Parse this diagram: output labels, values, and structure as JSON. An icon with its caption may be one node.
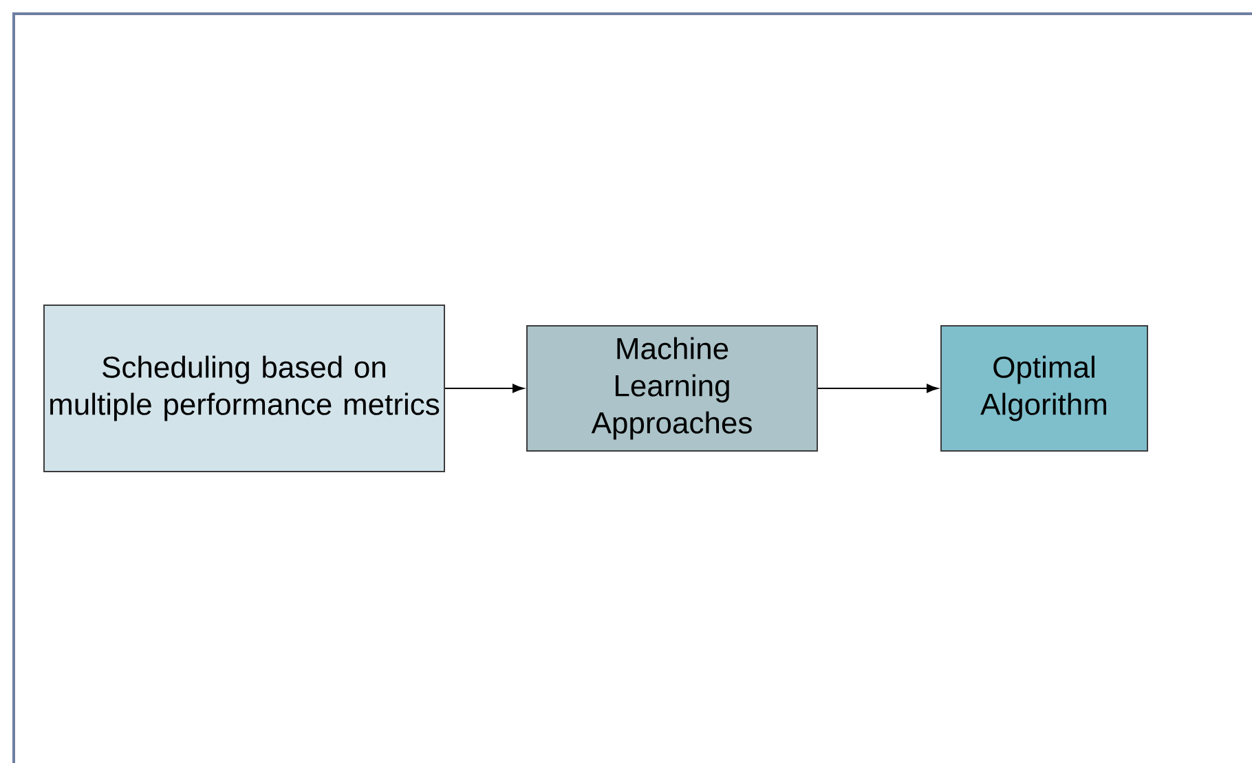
{
  "diagram": {
    "nodes": [
      {
        "text": [
          "Scheduling based on multiple performance metrics"
        ]
      },
      {
        "text": [
          "Machine Learning Approaches"
        ]
      },
      {
        "text": [
          "Optimal Algorithm"
        ]
      }
    ],
    "edges": [
      {
        "from": 0,
        "to": 1,
        "arrow": "to"
      },
      {
        "from": 1,
        "to": 2,
        "arrow": "to"
      }
    ]
  }
}
